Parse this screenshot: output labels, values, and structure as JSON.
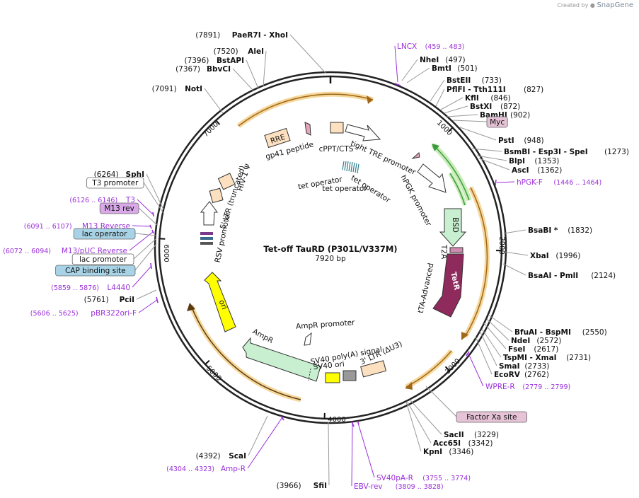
{
  "credit": {
    "prefix": "Created by",
    "brand": "SnapGene"
  },
  "plasmid": {
    "name": "Tet-off TauRD (P301L/V337M)",
    "size": "7920 bp"
  },
  "ticks": [
    "1000",
    "2000",
    "3000",
    "4000",
    "5000",
    "6000",
    "7000"
  ],
  "colors": {
    "primer": "#9b30d9",
    "orf_green": "#3c9a3c",
    "orf_orange": "#f0b050",
    "tetr": "#8e2a5c"
  },
  "sites_right": [
    {
      "name": "NheI",
      "pos": "(497)"
    },
    {
      "name": "BmtI",
      "pos": "(501)"
    },
    {
      "name": "BstEII",
      "pos": "(733)"
    },
    {
      "name": "PflFI - Tth111I",
      "pos": "(827)"
    },
    {
      "name": "KflI",
      "pos": "(846)"
    },
    {
      "name": "BstXI",
      "pos": "(872)"
    },
    {
      "name": "BamHI",
      "pos": "(902)"
    },
    {
      "name": "PstI",
      "pos": "(948)"
    },
    {
      "name": "BsmBI - Esp3I - SpeI",
      "pos": "(1273)"
    },
    {
      "name": "BlpI",
      "pos": "(1353)"
    },
    {
      "name": "AscI",
      "pos": "(1362)"
    },
    {
      "name": "BsaBI *",
      "pos": "(1832)"
    },
    {
      "name": "XbaI",
      "pos": "(1996)"
    },
    {
      "name": "BsaAI - PmlI",
      "pos": "(2124)"
    },
    {
      "name": "BfuAI - BspMI",
      "pos": "(2550)"
    },
    {
      "name": "NdeI",
      "pos": "(2572)"
    },
    {
      "name": "FseI",
      "pos": "(2617)"
    },
    {
      "name": "TspMI - XmaI",
      "pos": "(2731)"
    },
    {
      "name": "SmaI",
      "pos": "(2733)"
    },
    {
      "name": "EcoRV",
      "pos": "(2762)"
    },
    {
      "name": "SacII",
      "pos": "(3229)"
    },
    {
      "name": "Acc65I",
      "pos": "(3342)"
    },
    {
      "name": "KpnI",
      "pos": "(3346)"
    }
  ],
  "sites_left": [
    {
      "name": "PaeR7I - XhoI",
      "pos": "(7891)"
    },
    {
      "name": "AleI",
      "pos": "(7520)"
    },
    {
      "name": "BstAPI",
      "pos": "(7396)"
    },
    {
      "name": "BbvCI",
      "pos": "(7367)"
    },
    {
      "name": "NotI",
      "pos": "(7091)"
    },
    {
      "name": "SphI",
      "pos": "(6264)"
    },
    {
      "name": "PciI",
      "pos": "(5761)"
    },
    {
      "name": "ScaI",
      "pos": "(4392)"
    },
    {
      "name": "SfiI",
      "pos": "(3966)"
    }
  ],
  "primers": [
    {
      "name": "LNCX",
      "pos": "(459 .. 483)"
    },
    {
      "name": "hPGK-F",
      "pos": "(1446 .. 1464)"
    },
    {
      "name": "WPRE-R",
      "pos": "(2779 .. 2799)"
    },
    {
      "name": "SV40pA-R",
      "pos": "(3755 .. 3774)"
    },
    {
      "name": "EBV-rev",
      "pos": "(3809 .. 3828)"
    },
    {
      "name": "Amp-R",
      "pos": "(4304 .. 4323)"
    },
    {
      "name": "pBR322ori-F",
      "pos": "(5606 .. 5625)"
    },
    {
      "name": "L4440",
      "pos": "(5859 .. 5876)"
    },
    {
      "name": "M13/pUC Reverse",
      "pos": "(6072 .. 6094)"
    },
    {
      "name": "M13 Reverse",
      "pos": "(6091 .. 6107)"
    },
    {
      "name": "T3",
      "pos": "(6126 .. 6146)"
    }
  ],
  "boxed_features": [
    {
      "name": "Myc",
      "bg": "#e6c3d6"
    },
    {
      "name": "Factor Xa site",
      "bg": "#e6c3d6"
    },
    {
      "name": "T3 promoter",
      "bg": "#ffffff"
    },
    {
      "name": "M13 rev",
      "bg": "#d9a8e8"
    },
    {
      "name": "lac operator",
      "bg": "#a8d3e6"
    },
    {
      "name": "lac promoter",
      "bg": "#ffffff"
    },
    {
      "name": "CAP binding site",
      "bg": "#a8d3e6"
    }
  ],
  "inner_features": {
    "rre": "RRE",
    "gp41": "gp41 peptide",
    "cppt": "cPPT/CTS",
    "tre": "tight TRE promoter",
    "tetop1": "tet operator",
    "tetop2": "tet operator",
    "tetop3": "tet operator",
    "hpgk": "hPGK promoter",
    "bsd": "BSD",
    "t2a": "T2A",
    "tetr": "TetR",
    "tta": "tTA-Advanced",
    "hiv": "HIV-1 Ψ",
    "ltr5": "5' LTR (truncated)",
    "rsv": "RSV promoter",
    "ori": "ori",
    "ampr": "AmpR",
    "amprp": "AmpR promoter",
    "sv40pa": "SV40 poly(A) signal",
    "sv40ori": "SV40 ori",
    "ltr3": "3' LTR (ΔU3)"
  }
}
